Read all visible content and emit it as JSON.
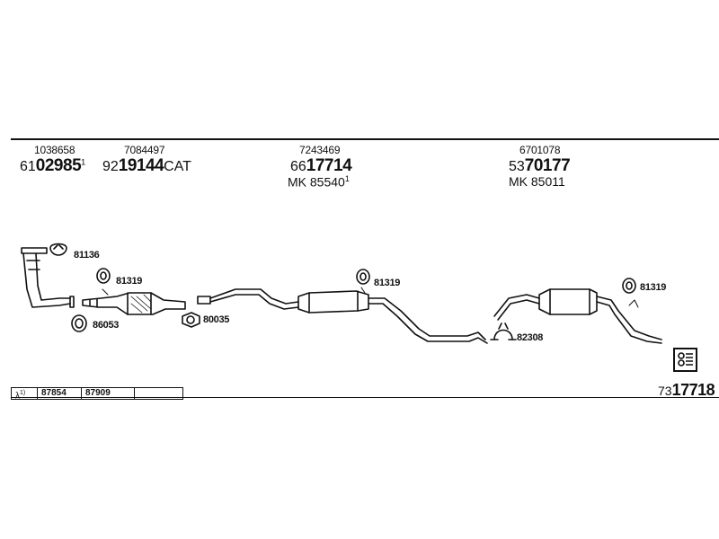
{
  "header": {
    "parts": [
      {
        "ref": "1038658",
        "prefix": "61",
        "number": "02985",
        "sup": "1",
        "suffix": "",
        "mk": "",
        "mk_sup": ""
      },
      {
        "ref": "7084497",
        "prefix": "92",
        "number": "19144",
        "sup": "",
        "suffix": "CAT",
        "mk": "",
        "mk_sup": ""
      },
      {
        "ref": "7243469",
        "prefix": "66",
        "number": "17714",
        "sup": "",
        "suffix": "",
        "mk": "MK  85540",
        "mk_sup": "1"
      },
      {
        "ref": "6701078",
        "prefix": "53",
        "number": "70177",
        "sup": "",
        "suffix": "",
        "mk": "MK  85011",
        "mk_sup": ""
      }
    ]
  },
  "callouts": {
    "c81136": "81136",
    "c81319a": "81319",
    "c86053": "86053",
    "c80035": "80035",
    "c81319b": "81319",
    "c82308": "82308",
    "c81319c": "81319"
  },
  "sensor_table": {
    "symbol": "λ",
    "sup": "1)",
    "cells": [
      "87854",
      "87909",
      ""
    ]
  },
  "kit": {
    "prefix": "73",
    "number": "17718"
  },
  "logo_icon": "exhaust-kit-logo-icon"
}
